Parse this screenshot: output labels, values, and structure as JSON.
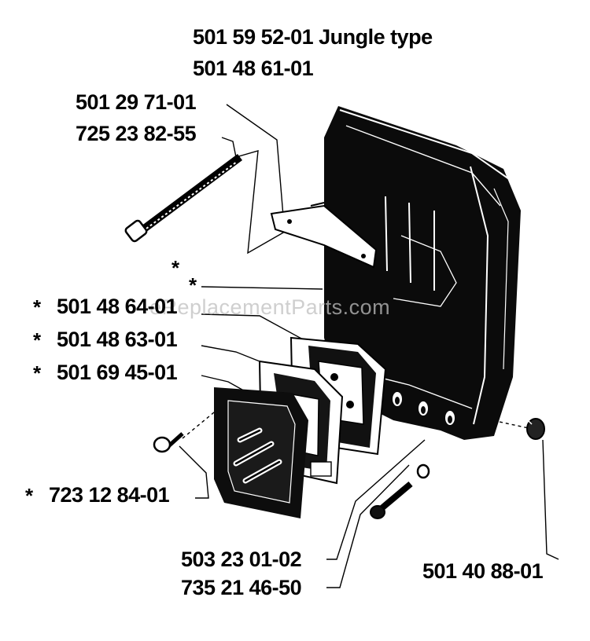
{
  "watermark": "eReplacementParts.com",
  "parts": [
    {
      "number": "501 59 52-01 Jungle type",
      "starred": false
    },
    {
      "number": "501 48 61-01",
      "starred": false
    },
    {
      "number": "501 29 71-01",
      "starred": false
    },
    {
      "number": "725 23 82-55",
      "starred": false
    },
    {
      "number": "501 48 64-01",
      "starred": true
    },
    {
      "number": "501 48 63-01",
      "starred": true
    },
    {
      "number": "501 69 45-01",
      "starred": true
    },
    {
      "number": "723 12 84-01",
      "starred": true
    },
    {
      "number": "503 23 01-02",
      "starred": false
    },
    {
      "number": "735 21 46-50",
      "starred": false
    },
    {
      "number": "501 40 88-01",
      "starred": false
    }
  ],
  "extra_stars": [
    "*",
    "*"
  ],
  "star_symbol": "*"
}
